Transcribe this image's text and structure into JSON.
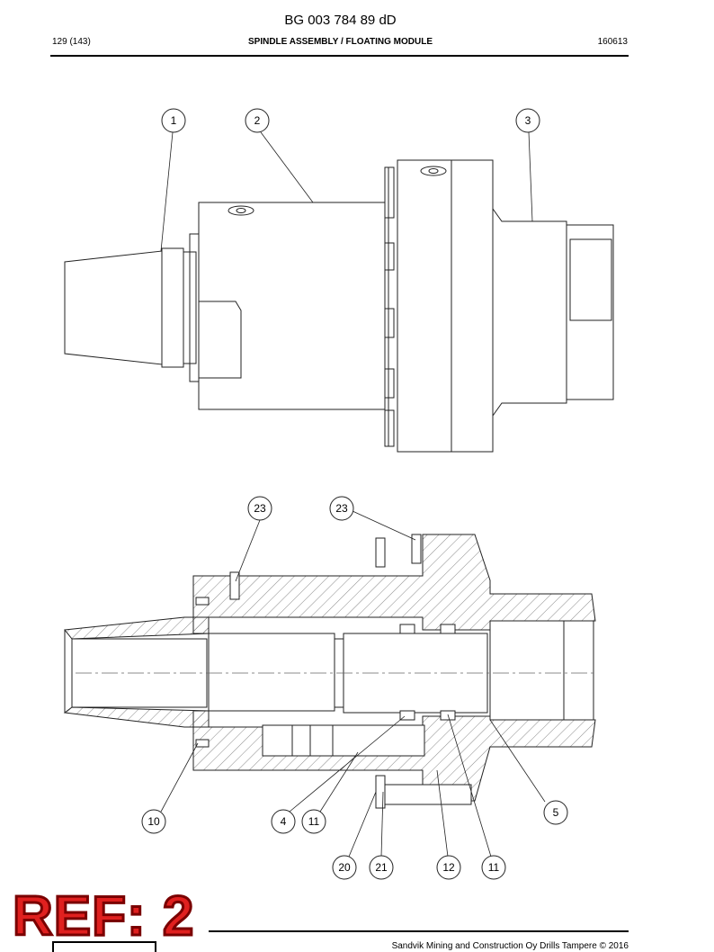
{
  "header": {
    "doc_id": "BG 003 784 89 dD",
    "page": "129 (143)",
    "section_title": "SPINDLE ASSEMBLY / FLOATING MODULE",
    "date_code": "160613"
  },
  "top_view": {
    "callouts": [
      "1",
      "2",
      "3"
    ]
  },
  "section_view": {
    "callouts": [
      "23",
      "23",
      "5",
      "10",
      "4",
      "11",
      "20",
      "21",
      "12",
      "11"
    ]
  },
  "stamp": "REF: 2",
  "footer": {
    "copyright": "Sandvik Mining and Construction Oy Drills Tampere © 2016"
  }
}
